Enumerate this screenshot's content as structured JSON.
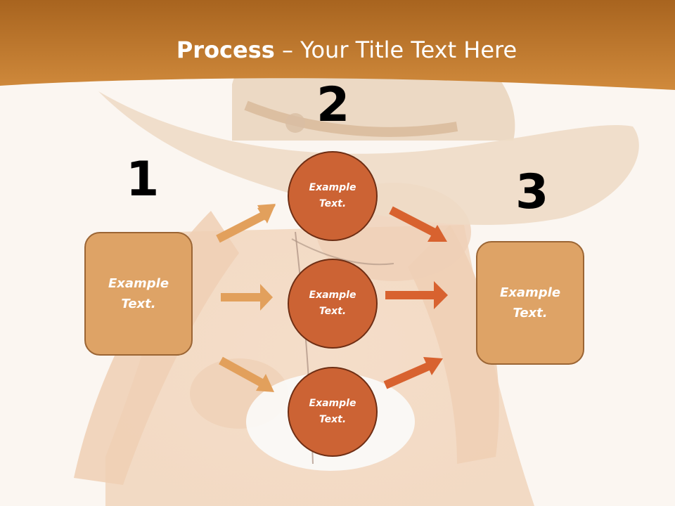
{
  "slide": {
    "title_bold": "Process",
    "title_rest": " – Your Title Text Here"
  },
  "steps": {
    "one": "1",
    "two": "2",
    "three": "3"
  },
  "boxes": {
    "left": "Example Text.",
    "right": "Example Text."
  },
  "circles": {
    "top": "Example Text.",
    "middle": "Example Text.",
    "bottom": "Example Text."
  },
  "colors": {
    "header_band": "#c87d2c",
    "box_fill": "#dea366",
    "box_border": "#9b6534",
    "circle_fill": "#cc6334",
    "circle_border": "#6e2e14",
    "arrow_in": "#e2a05c",
    "arrow_out": "#d8622f"
  }
}
